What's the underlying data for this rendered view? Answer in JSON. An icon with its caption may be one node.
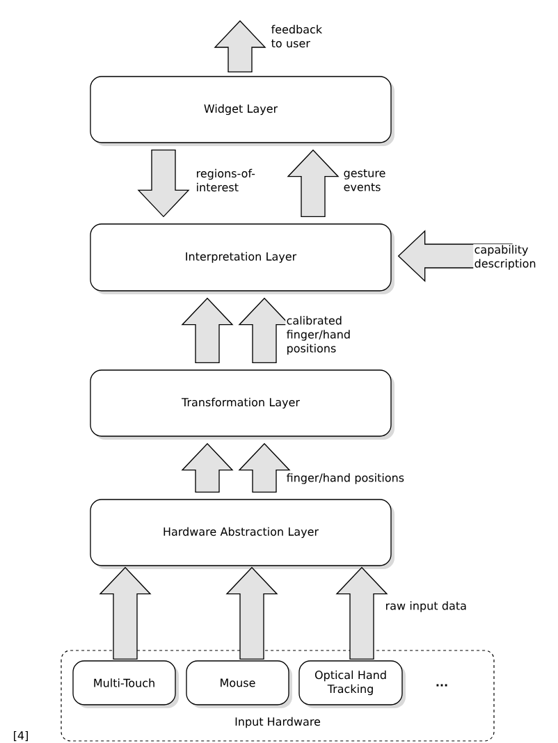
{
  "diagram": {
    "nodes": [
      {
        "text": [
          "Widget Layer"
        ]
      },
      {
        "text": [
          "Interpretation Layer"
        ]
      },
      {
        "text": [
          "Transformation Layer"
        ]
      },
      {
        "text": [
          "Hardware Abstraction Layer"
        ]
      },
      {
        "text": [
          "Input Hardware"
        ]
      },
      {
        "text": [
          "Multi-Touch"
        ],
        "in": 4
      },
      {
        "text": [
          "Mouse"
        ],
        "in": 4
      },
      {
        "text": [
          "Optical Hand Tracking"
        ],
        "in": 4
      }
    ],
    "edges": [
      {
        "from": 0,
        "to": null,
        "arrow": "to",
        "label": "feedback to user"
      },
      {
        "from": 0,
        "to": 1,
        "arrow": "to",
        "label": "regions-of-interest"
      },
      {
        "from": 1,
        "to": 0,
        "arrow": "to",
        "label": "gesture events"
      },
      {
        "from": null,
        "to": 1,
        "arrow": "to",
        "label": "capability description"
      },
      {
        "from": 2,
        "to": 1,
        "arrow": "to"
      },
      {
        "from": 2,
        "to": 1,
        "arrow": "to",
        "label": "calibrated finger/hand positions"
      },
      {
        "from": 3,
        "to": 2,
        "arrow": "to"
      },
      {
        "from": 3,
        "to": 2,
        "arrow": "to",
        "label": "finger/hand positions"
      },
      {
        "from": 5,
        "to": 3,
        "arrow": "to"
      },
      {
        "from": 6,
        "to": 3,
        "arrow": "to"
      },
      {
        "from": 7,
        "to": 3,
        "arrow": "to",
        "label": "raw input data"
      }
    ],
    "labels": [
      "...",
      "[4]"
    ]
  }
}
